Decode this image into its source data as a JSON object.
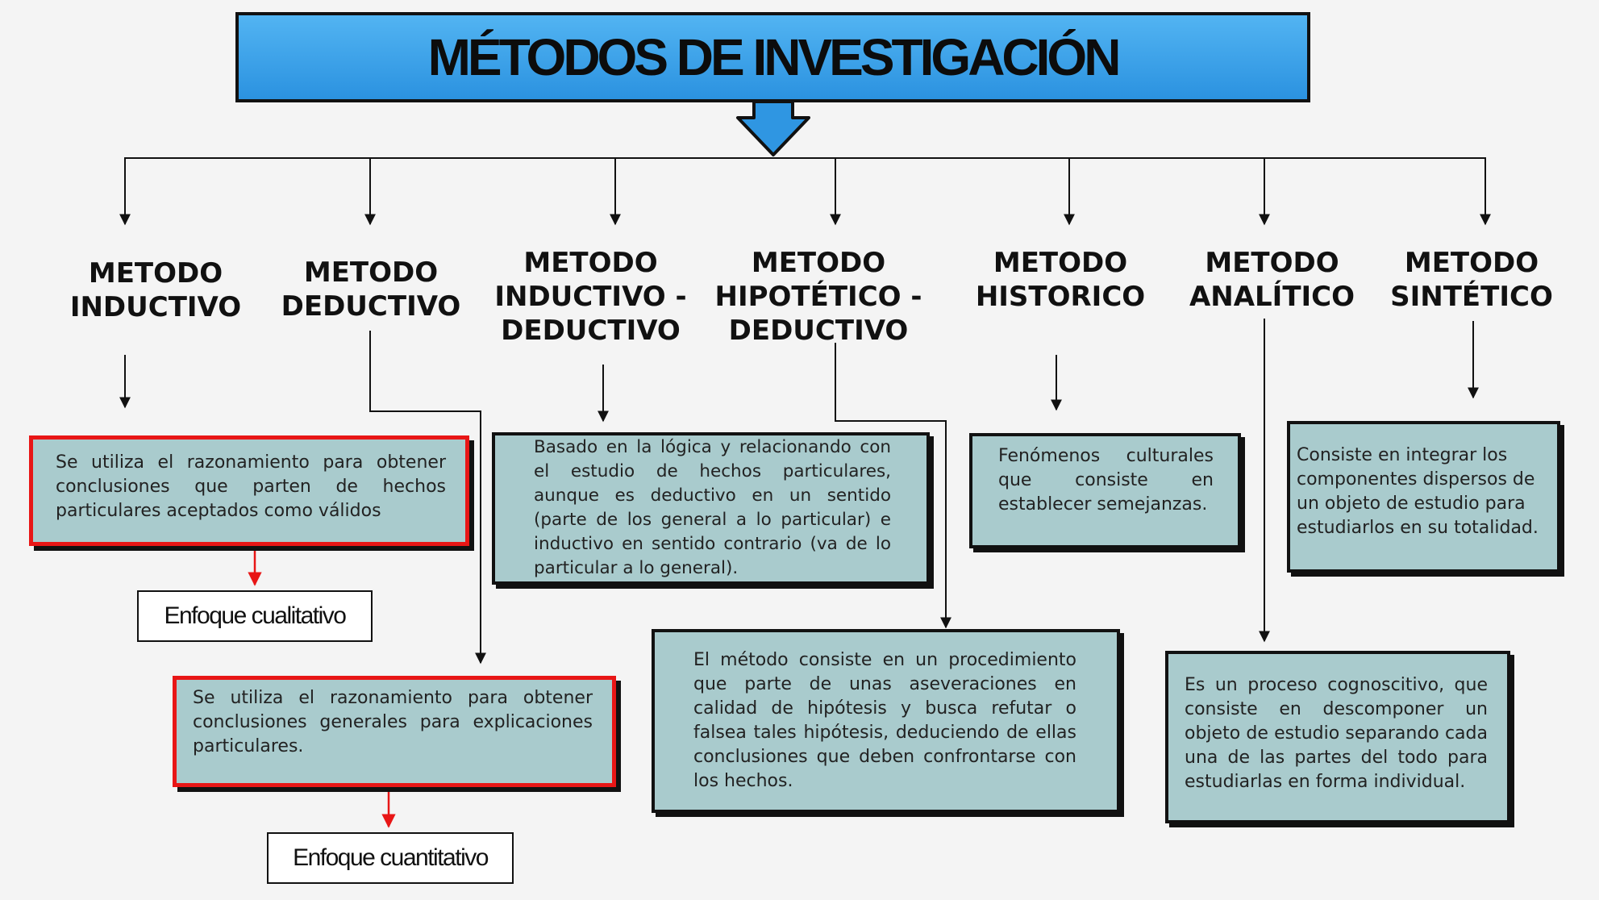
{
  "title": "MÉTODOS DE INVESTIGACIÓN",
  "methods": [
    {
      "name": "METODO\nINDUCTIVO"
    },
    {
      "name": "METODO\nDEDUCTIVO"
    },
    {
      "name": "METODO\nINDUCTIVO -\nDEDUCTIVO"
    },
    {
      "name": "METODO\nHIPOTÉTICO -\nDEDUCTIVO"
    },
    {
      "name": "METODO\nHISTORICO"
    },
    {
      "name": "METODO\nANALÍTICO"
    },
    {
      "name": "METODO\nSINTÉTICO"
    }
  ],
  "descriptions": {
    "inductivo": "Se utiliza el razonamiento para obtener conclusiones que parten de hechos particulares aceptados como válidos",
    "deductivo": "Se utiliza el razonamiento para obtener conclusiones generales para explicaciones particulares.",
    "inductivo_deductivo": "Basado en la lógica y relacionando con el estudio de hechos particulares, aunque es deductivo en un sentido (parte de los general a lo particular) e inductivo en sentido contrario (va de lo particular a lo general).",
    "hipotetico_deductivo": "El método consiste en un procedimiento que parte de unas aseveraciones en calidad de hipótesis y busca refutar o falsea tales hipótesis, deduciendo de ellas conclusiones que deben confrontarse con los hechos.",
    "historico": "Fenómenos culturales que consiste en establecer semejanzas.",
    "analitico": "Es un proceso cognoscitivo, que consiste en descomponer un objeto de estudio separando cada una de las partes del todo para estudiarlas en forma individual.",
    "sintetico": "Consiste en integrar los componentes dispersos de un objeto de estudio para estudiarlos en su totalidad."
  },
  "enfoques": {
    "cualitativo": "Enfoque cualitativo",
    "cuantitativo": "Enfoque cuantitativo"
  },
  "colors": {
    "title_fill": "#3ea3ea",
    "box_fill": "#a9cbcd",
    "highlight_border": "#e81616"
  }
}
